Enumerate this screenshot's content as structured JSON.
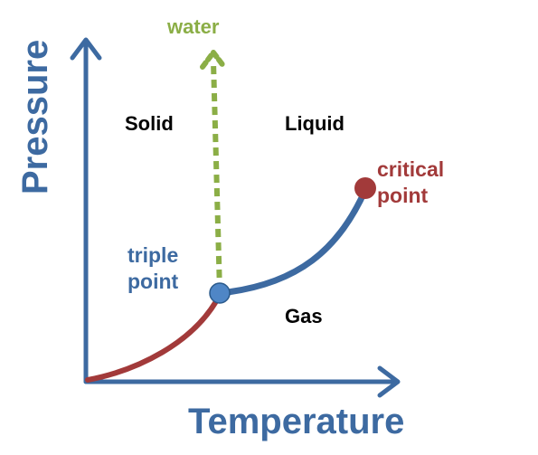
{
  "colors": {
    "axis": "#3d6aa1",
    "sublimation_curve": "#a23a3a",
    "vaporization_curve": "#3d6aa1",
    "water_arrow": "#8bae46",
    "triple_point_marker": "#4f86c6",
    "critical_point_marker": "#a23a3a",
    "text": "#000000"
  },
  "axes": {
    "x_label": "Temperature",
    "y_label": "Pressure"
  },
  "regions": {
    "solid": "Solid",
    "liquid": "Liquid",
    "gas": "Gas"
  },
  "points": {
    "triple": {
      "line1": "triple",
      "line2": "point"
    },
    "critical": {
      "line1": "critical",
      "line2": "point"
    }
  },
  "arrow": {
    "label": "water"
  },
  "icons": {
    "axis_arrowheads": "arrowhead-icon",
    "triple_point_marker": "circle-marker-icon",
    "critical_point_marker": "circle-marker-icon"
  }
}
